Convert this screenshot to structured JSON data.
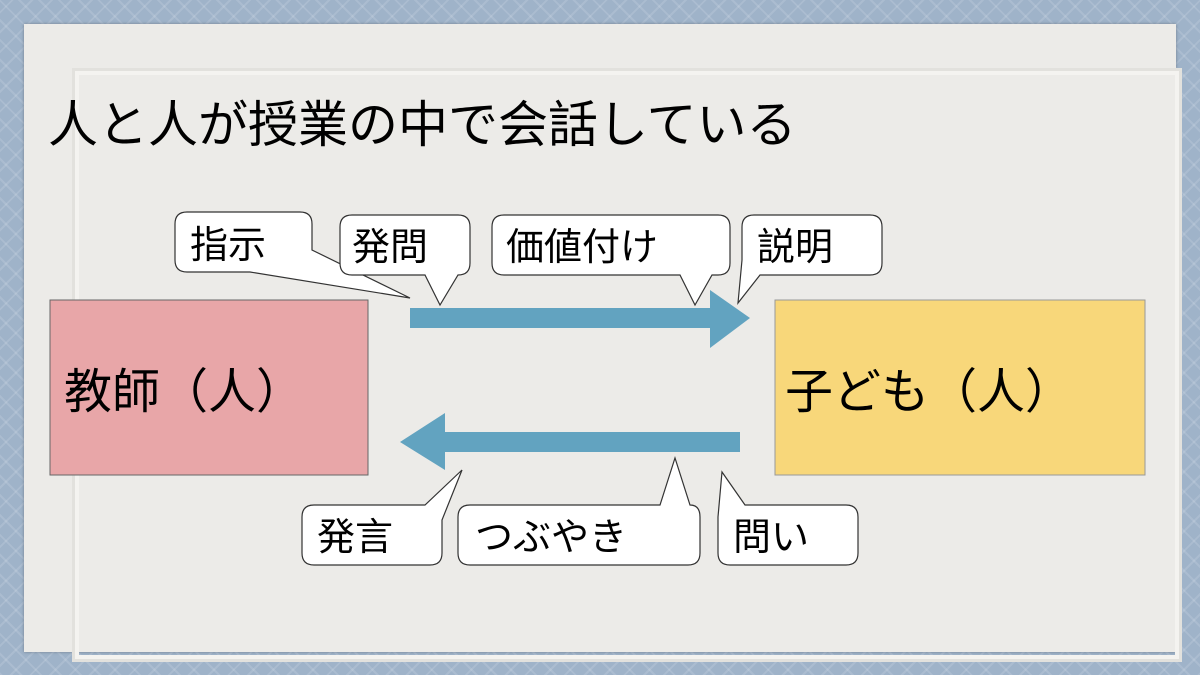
{
  "title": "人と人が授業の中で会話している",
  "teacher": "教師（人）",
  "child": "子ども（人）",
  "teacher_to_child": [
    "指示",
    "発問",
    "価値付け",
    "説明"
  ],
  "child_to_teacher": [
    "発言",
    "つぶやき",
    "問い"
  ],
  "colors": {
    "teacher_box": "#e8a6a8",
    "child_box": "#f8d77a",
    "arrow": "#62a3c0"
  }
}
